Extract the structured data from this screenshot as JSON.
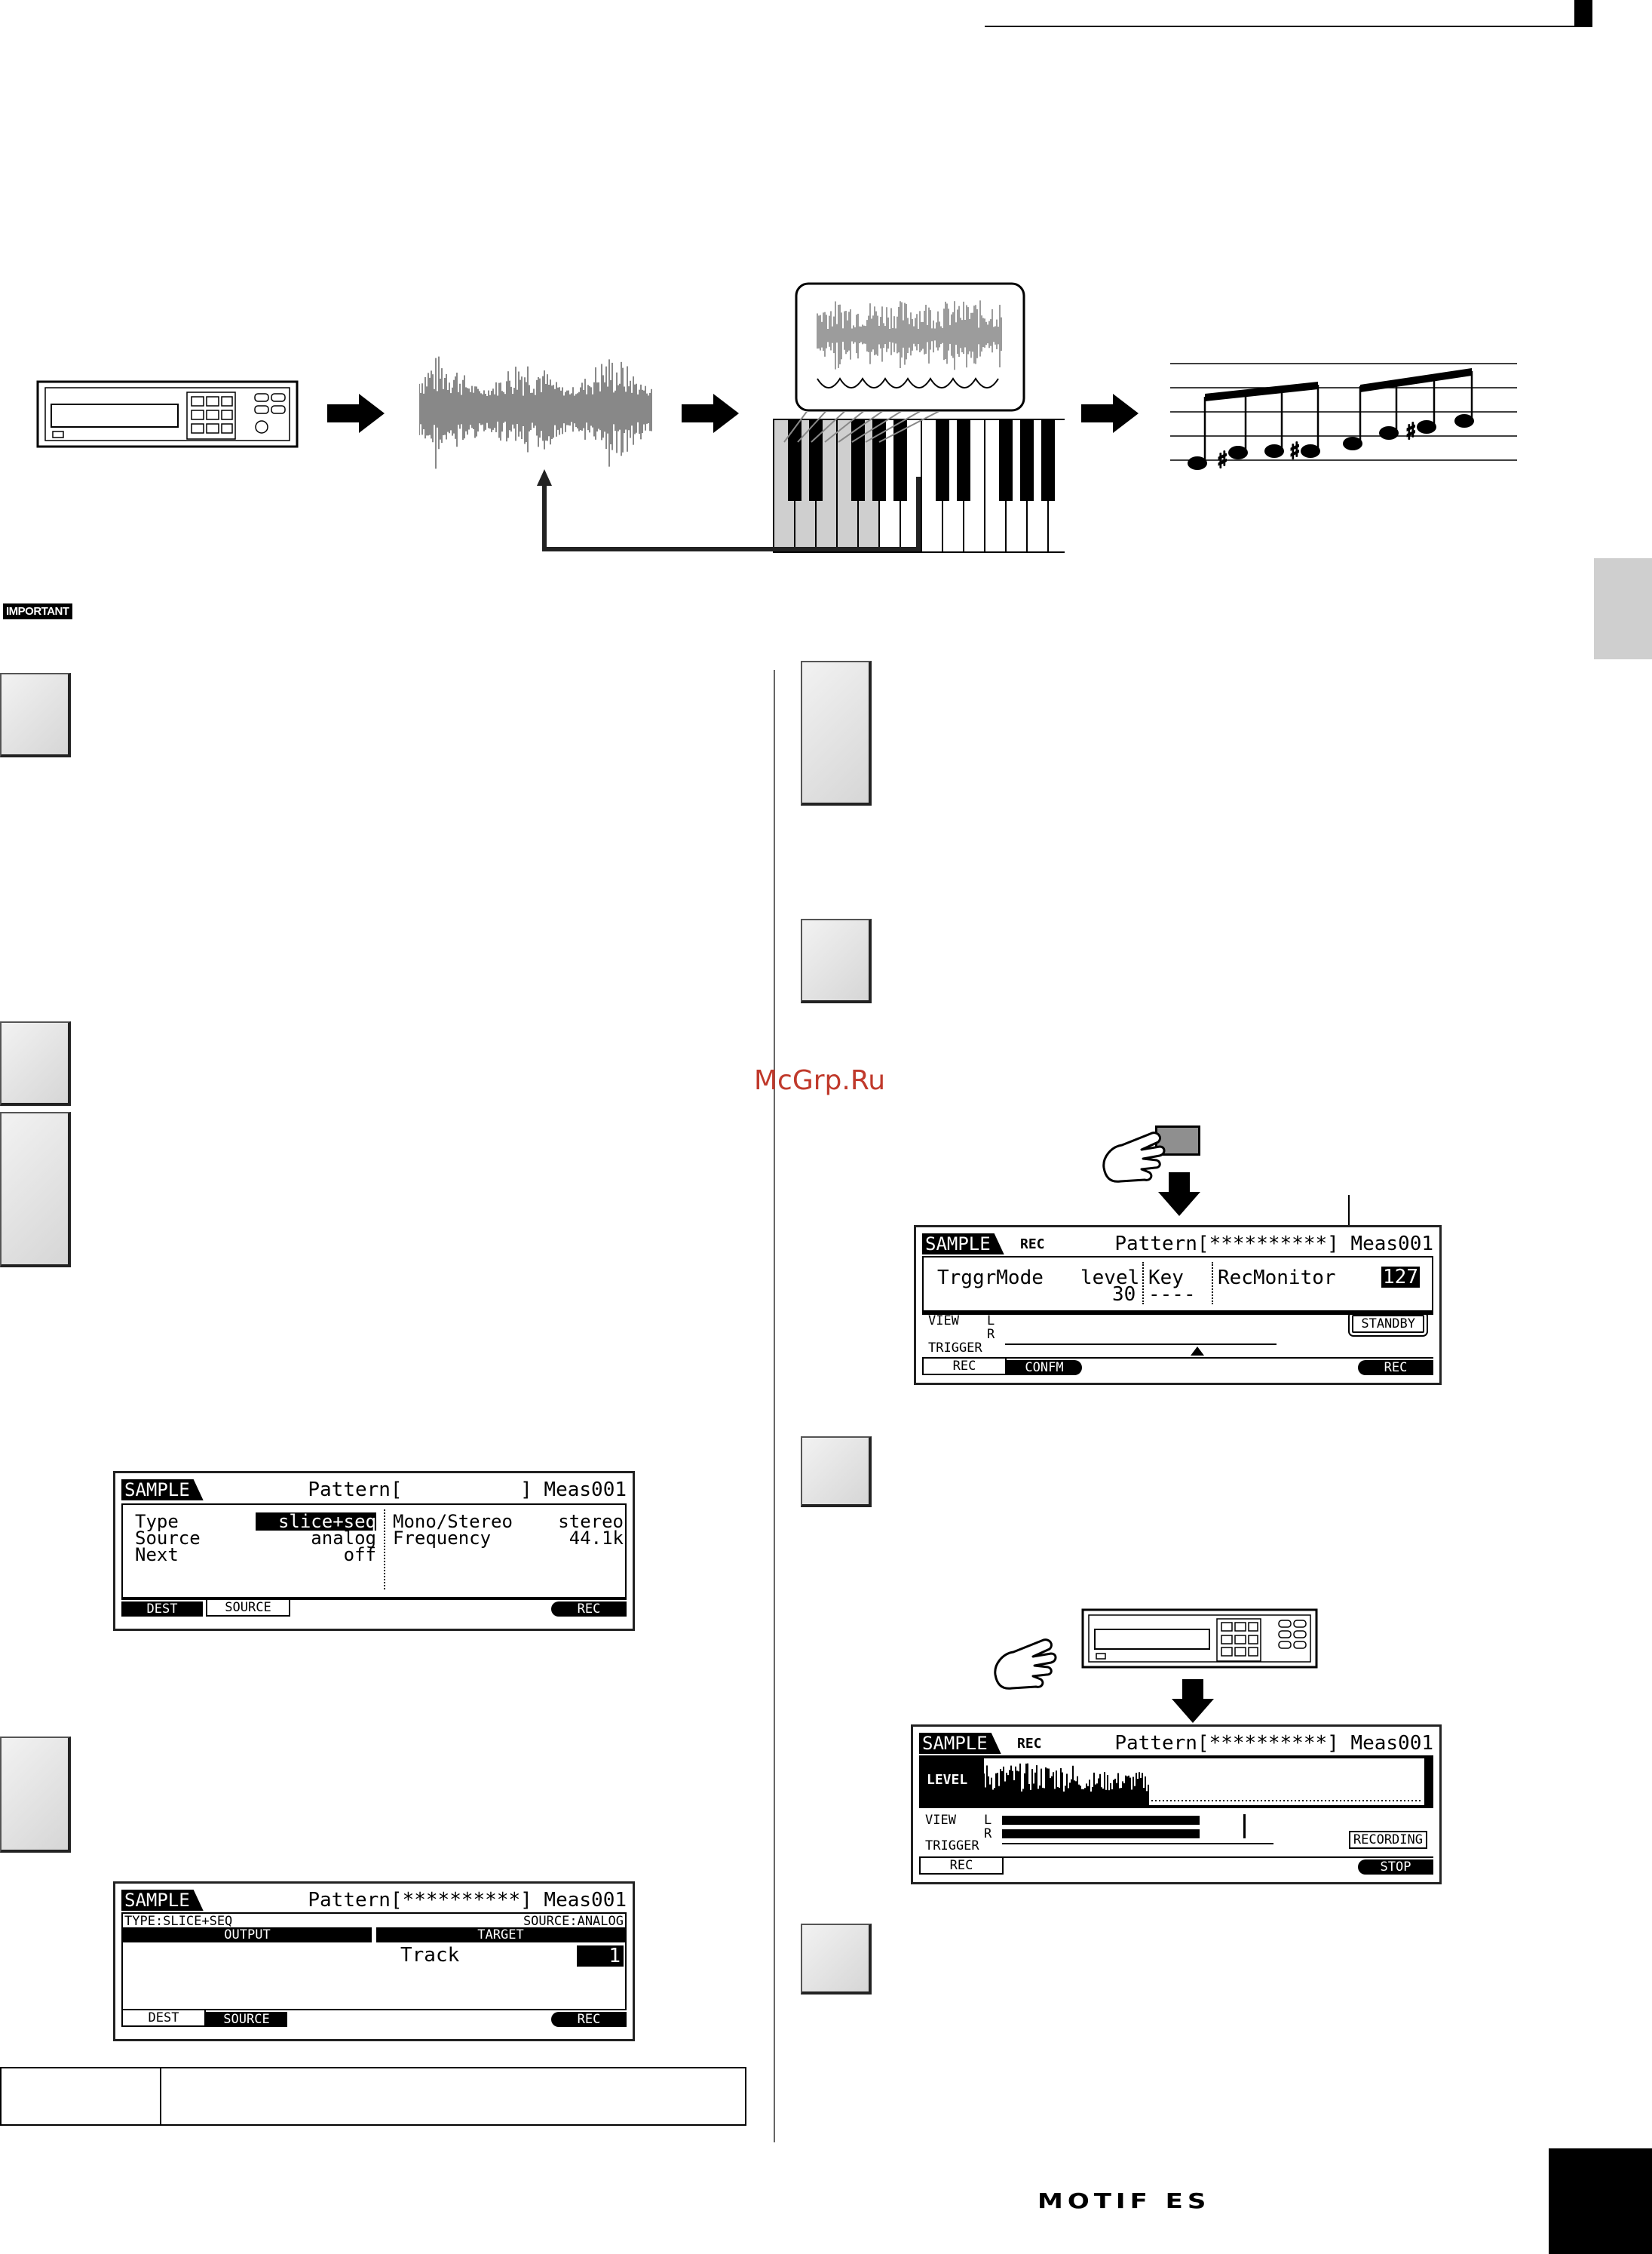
{
  "header_bar": {
    "present": true
  },
  "important_label": "IMPORTANT",
  "watermark": "McGrp.Ru",
  "brand_logo": "MOTIF ES",
  "colors": {
    "accent_gray": "#d0d0d0",
    "lcd_bg": "#ffffff",
    "lcd_fg": "#000000"
  },
  "lcd_source": {
    "mode": "SAMPLE",
    "pattern": "Pattern[          ] Meas001",
    "rows": [
      {
        "label": "Type",
        "value": "slice+seq"
      },
      {
        "label": "Source",
        "value": "analog"
      },
      {
        "label": "Next",
        "value": "off"
      }
    ],
    "right_rows": [
      {
        "label": "Mono/Stereo",
        "value": "stereo"
      },
      {
        "label": "Frequency",
        "value": "44.1k"
      }
    ],
    "tabs": {
      "dest": "DEST",
      "source": "SOURCE",
      "rec": "REC"
    }
  },
  "lcd_dest": {
    "mode": "SAMPLE",
    "pattern": "Pattern[**********] Meas001",
    "type_line": "TYPE:SLICE+SEQ",
    "source_line": "SOURCE:ANALOG",
    "output_header": "OUTPUT",
    "target_header": "TARGET",
    "track_label": "Track",
    "track_value": "1",
    "tabs": {
      "dest": "DEST",
      "source": "SOURCE",
      "rec": "REC"
    }
  },
  "lcd_standby": {
    "mode": "SAMPLE",
    "rec_tag": "REC",
    "pattern": "Pattern[**********] Meas001",
    "trigger_mode": "TrggrMode",
    "level_label": "level",
    "level_value": "30",
    "key_label": "Key",
    "key_value": "----",
    "rec_monitor": "RecMonitor",
    "rec_monitor_value": "127",
    "view_label": "VIEW",
    "l_label": "L",
    "r_label": "R",
    "trigger_label": "TRIGGER",
    "status": "STANDBY",
    "tabs": {
      "rec": "REC",
      "confirm": "CONFM",
      "rec_right": "REC"
    }
  },
  "lcd_recording": {
    "mode": "SAMPLE",
    "rec_tag": "REC",
    "pattern": "Pattern[**********] Meas001",
    "level_label": "LEVEL",
    "view_label": "VIEW",
    "l_label": "L",
    "r_label": "R",
    "trigger_label": "TRIGGER",
    "status": "RECORDING",
    "tabs": {
      "rec": "REC",
      "stop": "STOP"
    }
  }
}
